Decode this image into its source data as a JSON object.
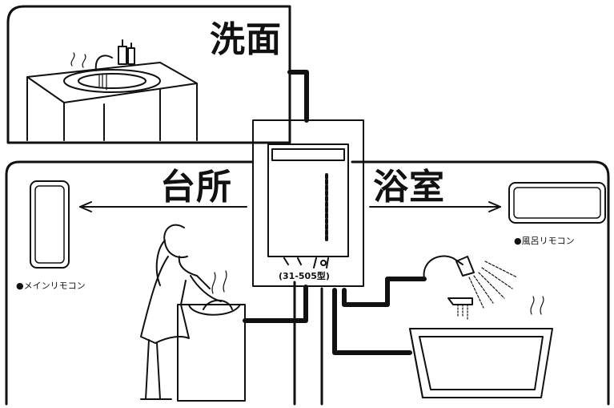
{
  "rooms": {
    "washroom": "洗面",
    "kitchen": "台所",
    "bathroom": "浴室"
  },
  "heater": {
    "model": "(31-505型)"
  },
  "remotes": {
    "main": "●メインリモコン",
    "bath": "●風呂リモコン"
  },
  "colors": {
    "line": "#111111",
    "background": "#ffffff"
  }
}
